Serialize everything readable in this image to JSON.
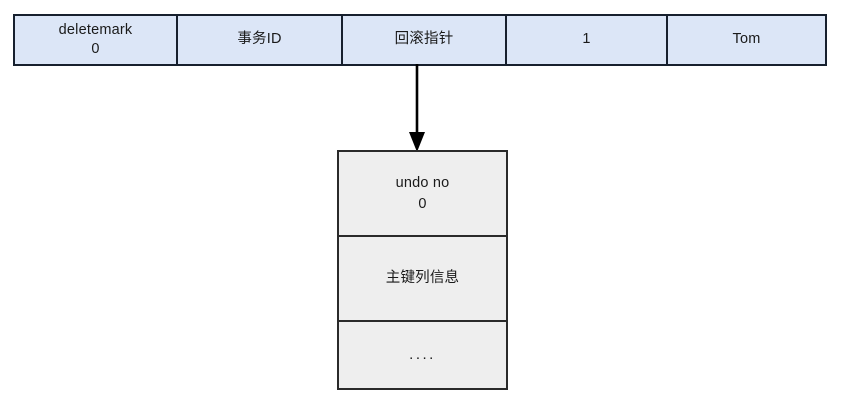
{
  "diagram": {
    "title": "InnoDB record and undo log pointer diagram",
    "colors": {
      "record_fill": "#dce6f7",
      "record_border": "#17202e",
      "undo_fill": "#eeeeee",
      "undo_border": "#2a2a2a",
      "arrow": "#000000",
      "background": "#ffffff"
    },
    "record_row": {
      "name": "clustered-index-record",
      "cells": [
        {
          "id": "deletemark",
          "label": "deletemark\n0"
        },
        {
          "id": "trx-id",
          "label": "事务ID"
        },
        {
          "id": "roll-pointer",
          "label": "回滚指针"
        },
        {
          "id": "col-id",
          "label": "1"
        },
        {
          "id": "col-name",
          "label": "Tom"
        }
      ]
    },
    "arrow": {
      "name": "roll-pointer-arrow",
      "from": "回滚指针",
      "to": "undo no 0",
      "direction": "down"
    },
    "undo_log": {
      "name": "undo-log-record",
      "cells": [
        {
          "id": "undo-no",
          "label": "undo no\n0"
        },
        {
          "id": "primary-key-info",
          "label": "主键列信息"
        },
        {
          "id": "more",
          "label": "...."
        }
      ]
    }
  }
}
